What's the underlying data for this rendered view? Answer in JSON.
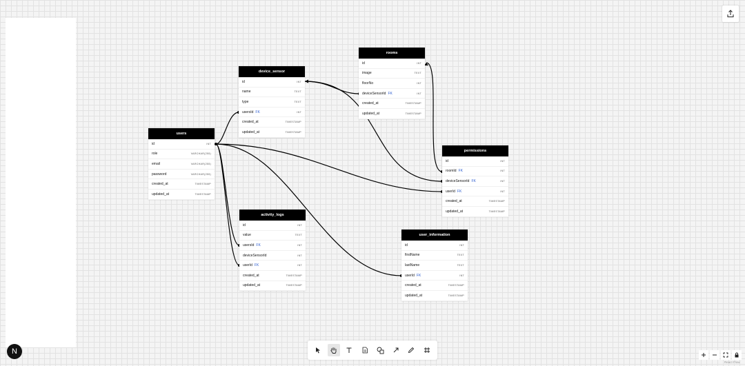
{
  "tables": {
    "users": {
      "title": "users",
      "fields": [
        {
          "name": "id",
          "type": "INT"
        },
        {
          "name": "role",
          "type": "VARCHAR(255)"
        },
        {
          "name": "email",
          "type": "VARCHAR(255)"
        },
        {
          "name": "password",
          "type": "VARCHAR(255)"
        },
        {
          "name": "created_at",
          "type": "TIMESTAMP"
        },
        {
          "name": "updated_at",
          "type": "TIMESTAMP"
        }
      ]
    },
    "device_sensor": {
      "title": "device_sensor",
      "fields": [
        {
          "name": "id",
          "type": "INT"
        },
        {
          "name": "name",
          "type": "TEXT"
        },
        {
          "name": "type",
          "type": "TEXT"
        },
        {
          "name": "usersId",
          "fk": "FK",
          "type": "INT"
        },
        {
          "name": "created_at",
          "type": "TIMESTAMP"
        },
        {
          "name": "updated_at",
          "type": "TIMESTAMP"
        }
      ]
    },
    "rooms": {
      "title": "rooms",
      "fields": [
        {
          "name": "id",
          "type": "INT"
        },
        {
          "name": "image",
          "type": "TEXT"
        },
        {
          "name": "floorNo",
          "type": "INT"
        },
        {
          "name": "deviceSensorId",
          "fk": "FK",
          "type": "INT"
        },
        {
          "name": "created_at",
          "type": "TIMESTAMP"
        },
        {
          "name": "updated_at",
          "type": "TIMESTAMP"
        }
      ]
    },
    "permissions": {
      "title": "permissions",
      "fields": [
        {
          "name": "id",
          "type": "INT"
        },
        {
          "name": "roomId",
          "fk": "FK",
          "type": "INT"
        },
        {
          "name": "deviceSensorId",
          "fk": "FK",
          "type": "INT"
        },
        {
          "name": "userId",
          "fk": "FK",
          "type": "INT"
        },
        {
          "name": "created_at",
          "type": "TIMESTAMP"
        },
        {
          "name": "updated_at",
          "type": "TIMESTAMP"
        }
      ]
    },
    "activity_logs": {
      "title": "activity_logs",
      "fields": [
        {
          "name": "id",
          "type": "INT"
        },
        {
          "name": "value",
          "type": "TEXT"
        },
        {
          "name": "usersId",
          "fk": "FK",
          "type": "INT"
        },
        {
          "name": "deviceSensorId",
          "type": "INT"
        },
        {
          "name": "userId",
          "fk": "FK",
          "type": "INT"
        },
        {
          "name": "created_at",
          "type": "TIMESTAMP"
        },
        {
          "name": "updated_at",
          "type": "TIMESTAMP"
        }
      ]
    },
    "user_information": {
      "title": "user_information",
      "fields": [
        {
          "name": "id",
          "type": "INT"
        },
        {
          "name": "firstName",
          "type": "TEXT"
        },
        {
          "name": "lastName",
          "type": "TEXT"
        },
        {
          "name": "userId",
          "fk": "FK",
          "type": "INT"
        },
        {
          "name": "created_at",
          "type": "TIMESTAMP"
        },
        {
          "name": "updated_at",
          "type": "TIMESTAMP"
        }
      ]
    }
  },
  "relations": [
    {
      "from": "users.id",
      "to": "device_sensor.usersId"
    },
    {
      "from": "users.id",
      "to": "activity_logs.usersId"
    },
    {
      "from": "users.id",
      "to": "activity_logs.userId"
    },
    {
      "from": "users.id",
      "to": "user_information.userId"
    },
    {
      "from": "users.id",
      "to": "permissions.userId"
    },
    {
      "from": "device_sensor.id",
      "to": "rooms.deviceSensorId"
    },
    {
      "from": "device_sensor.id",
      "to": "permissions.deviceSensorId"
    },
    {
      "from": "rooms.id",
      "to": "permissions.roomId"
    }
  ],
  "toolbar": {
    "tools": [
      {
        "name": "select-tool",
        "icon": "cursor-arrow-icon"
      },
      {
        "name": "pan-tool",
        "icon": "hand-icon",
        "active": true
      },
      {
        "name": "text-tool",
        "icon": "text-icon"
      },
      {
        "name": "note-tool",
        "icon": "document-icon"
      },
      {
        "name": "shape-tool",
        "icon": "shapes-icon"
      },
      {
        "name": "arrow-tool",
        "icon": "arrow-icon"
      },
      {
        "name": "pen-tool",
        "icon": "pen-icon"
      },
      {
        "name": "frame-tool",
        "icon": "frame-icon"
      }
    ]
  },
  "logo": {
    "letter": "N"
  },
  "attribution": "React Flow",
  "icons": {
    "export": "export-icon",
    "zoom_in": "plus-icon",
    "zoom_out": "minus-icon",
    "fit": "fit-view-icon",
    "lock": "lock-icon"
  }
}
